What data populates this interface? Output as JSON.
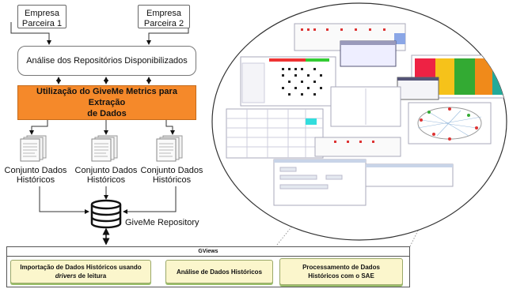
{
  "partners": [
    {
      "line1": "Empresa",
      "line2": "Parceira 1"
    },
    {
      "line1": "Empresa",
      "line2": "Parceira 2"
    }
  ],
  "analysis_label": "Análise dos Repositórios Disponibilizados",
  "extraction": {
    "line1": "Utilização do GiveMe Metrics para Extração",
    "line2": "de Dados"
  },
  "datasets": [
    {
      "line1": "Conjunto Dados",
      "line2": "Históricos"
    },
    {
      "line1": "Conjunto Dados",
      "line2": "Históricos"
    },
    {
      "line1": "Conjunto Dados",
      "line2": "Históricos"
    }
  ],
  "repository_label": "GiveMe Repository",
  "gviews": {
    "title": "GViews",
    "box1": {
      "line1": "Importação de Dados Históricos usando",
      "line2_em": "drivers",
      "line2_rest": " de leitura"
    },
    "box2": {
      "label": "Análise de Dados Históricos"
    },
    "box3": {
      "line1": "Processamento de Dados",
      "line2": "Históricos com o SAE"
    }
  }
}
